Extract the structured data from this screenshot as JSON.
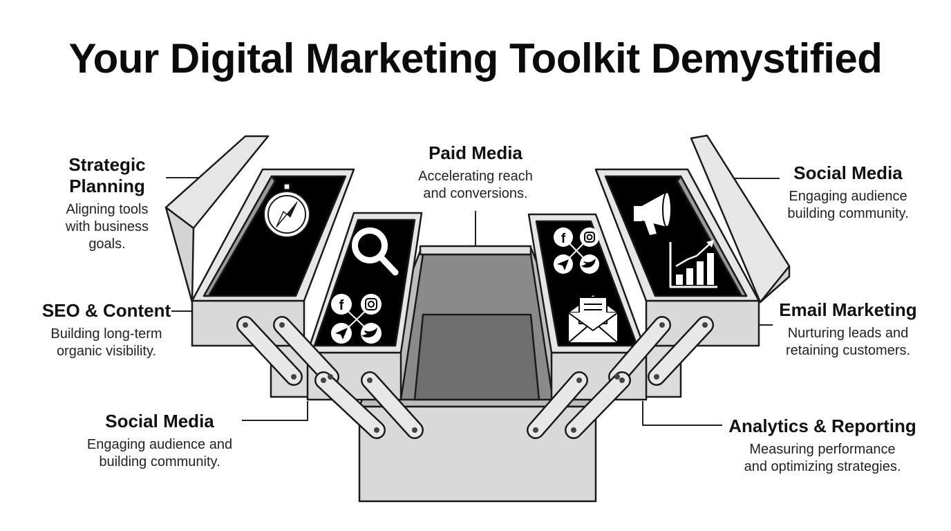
{
  "title": "Your Digital Marketing Toolkit Demystified",
  "labels": {
    "strategic": {
      "heading": "Strategic Planning",
      "desc": "Aligning tools with business goals."
    },
    "paid": {
      "heading": "Paid Media",
      "desc": "Accelerating reach and conversions."
    },
    "social_right": {
      "heading": "Social Media",
      "desc": "Engaging audience building community."
    },
    "seo": {
      "heading": "SEO & Content",
      "desc": "Building long-term organic visibility."
    },
    "email": {
      "heading": "Email Marketing",
      "desc": "Nurturing leads and retaining customers."
    },
    "social_left": {
      "heading": "Social Media",
      "desc": "Engaging audience and building community."
    },
    "analytics": {
      "heading": "Analytics & Reporting",
      "desc": "Measuring performance and optimizing strategies."
    }
  },
  "icons": [
    "compass-icon",
    "magnifier-icon",
    "social-icons-cluster",
    "megaphone-icon",
    "bar-chart-icon",
    "envelope-icon"
  ],
  "colors": {
    "tray_fill": "#000000",
    "metal": "#d9d9d9",
    "outline": "#1a1a1a"
  }
}
